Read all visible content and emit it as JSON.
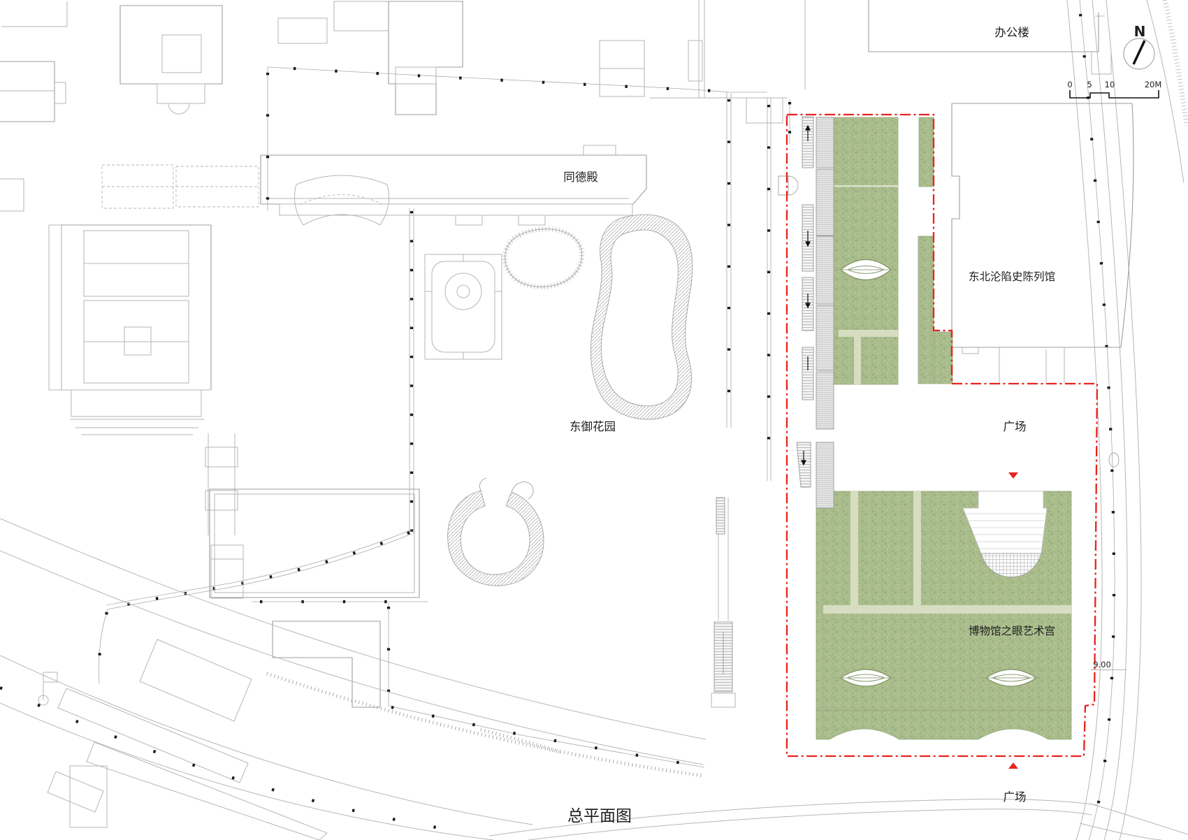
{
  "title": "总平面图",
  "labels": {
    "office_building": "办公楼",
    "tongde_hall": "同德殿",
    "east_imperial_garden": "东御花园",
    "northeast_exhibition_hall": "东北沦陷史陈列馆",
    "plaza_middle": "广场",
    "plaza_south": "广场",
    "museum_eye_art_palace": "博物馆之眼艺术宫",
    "elevation_mark": "9.00",
    "north_letter": "N"
  },
  "scale_bar": {
    "tick_0": "0",
    "tick_5": "5",
    "tick_10": "10",
    "tick_20": "20M"
  },
  "colors": {
    "site_boundary_red": "#e8231d",
    "lawn_green": "#a9bc8c",
    "path_pale_green": "#d6ddc1",
    "linework_gray": "#b6b6b6",
    "text_dark": "#1e1e1e"
  }
}
